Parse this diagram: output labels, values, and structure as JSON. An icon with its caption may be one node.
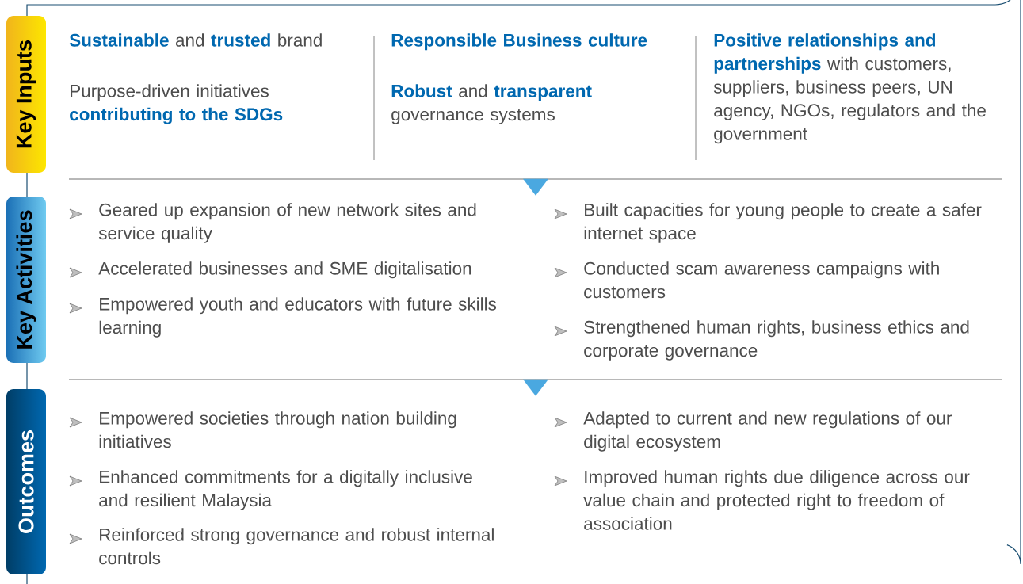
{
  "diagram": {
    "nodes": [
      {
        "text": [
          "Key Inputs"
        ]
      },
      {
        "text": [
          "Key Activities"
        ]
      },
      {
        "text": [
          "Outcomes"
        ]
      },
      {
        "text": [
          "**Sustainable** and **trusted** brand",
          "Purpose-driven initiatives **contributing to the SDGs**",
          "Responsible Business culture",
          "**Robust** and **transparent** governance systems",
          "**Positive relationships and partnerships** with customers, suppliers, business peers, UN agency, NGOs, regulators and the government"
        ]
      },
      {
        "text": [
          "Geared up expansion of new network sites and service quality",
          "Accelerated businesses and SME digitalisation",
          "Empowered youth and educators with future skills learning",
          "Built capacities for young people to create a safer internet space",
          "Conducted scam awareness campaigns with customers",
          "Strengthened human rights, business ethics and corporate governance"
        ]
      },
      {
        "text": [
          "Empowered societies through nation building initiatives",
          "Enhanced commitments for a digitally inclusive and resilient Malaysia",
          "Reinforced strong governance and robust internal controls",
          "Adapted to current and new regulations of our digital ecosystem",
          "Improved human rights due diligence across our value chain and protected right to freedom of association"
        ]
      }
    ],
    "edges": [
      {
        "from": 3,
        "to": 4,
        "arrow": "to"
      },
      {
        "from": 4,
        "to": 5,
        "arrow": "to"
      }
    ]
  }
}
